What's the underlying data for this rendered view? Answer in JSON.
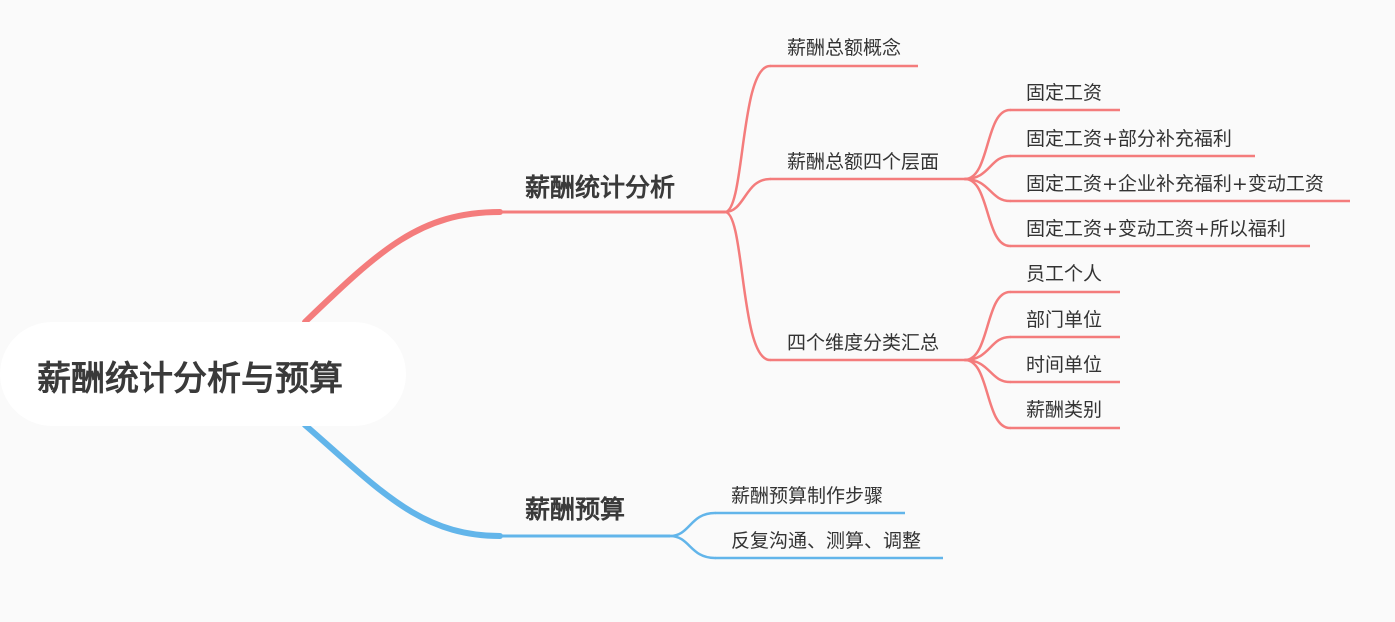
{
  "root": {
    "label": "薪酬统计分析与预算"
  },
  "colors": {
    "branch_a": "#f47c7c",
    "branch_b": "#62b5ea",
    "text": "#333333"
  },
  "branches": [
    {
      "label": "薪酬统计分析",
      "children": [
        {
          "label": "薪酬总额概念",
          "children": []
        },
        {
          "label": "薪酬总额四个层面",
          "children": [
            {
              "label": "固定工资"
            },
            {
              "label": "固定工资+部分补充福利"
            },
            {
              "label": "固定工资+企业补充福利+变动工资"
            },
            {
              "label": "固定工资+变动工资+所以福利"
            }
          ]
        },
        {
          "label": "四个维度分类汇总",
          "children": [
            {
              "label": "员工个人"
            },
            {
              "label": "部门单位"
            },
            {
              "label": "时间单位"
            },
            {
              "label": "薪酬类别"
            }
          ]
        }
      ]
    },
    {
      "label": "薪酬预算",
      "children": [
        {
          "label": "薪酬预算制作步骤",
          "children": []
        },
        {
          "label": "反复沟通、测算、调整",
          "children": []
        }
      ]
    }
  ]
}
